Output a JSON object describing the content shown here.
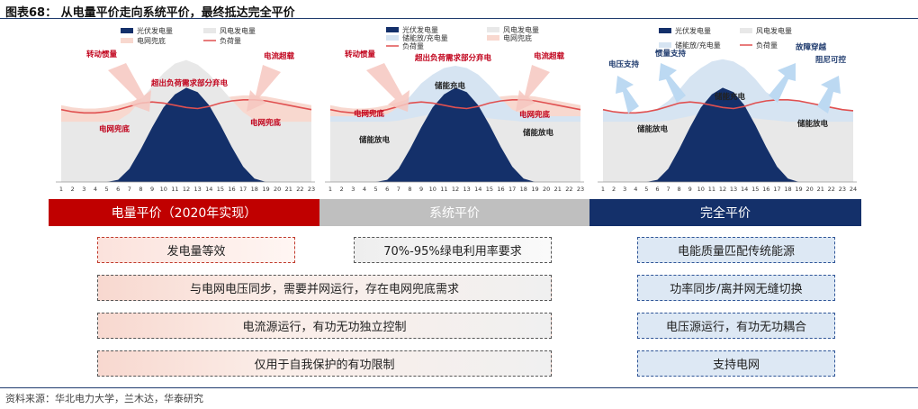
{
  "header": {
    "title": "图表68：  从电量平价走向系统平价，最终抵达完全平价"
  },
  "panels": [
    {
      "legend": [
        "光伏发电量",
        "风电发电量",
        "电网兜底",
        "负荷量"
      ],
      "annotations": [
        {
          "text": "转动惯量",
          "cls": "ann-red"
        },
        {
          "text": "电流超载",
          "cls": "ann-red"
        },
        {
          "text": "超出负荷需求部分弃电",
          "cls": "ann-red"
        },
        {
          "text": "电网兜底",
          "cls": "ann-red"
        },
        {
          "text": "电网兜底",
          "cls": "ann-red"
        }
      ]
    },
    {
      "legend": [
        "光伏发电量",
        "风电发电量",
        "储能放/充电量",
        "电网兜底",
        "负荷量"
      ],
      "annotations": [
        {
          "text": "转动惯量",
          "cls": "ann-red"
        },
        {
          "text": "超出负荷需求部分弃电",
          "cls": "ann-red"
        },
        {
          "text": "电流超载",
          "cls": "ann-red"
        },
        {
          "text": "储能充电",
          "cls": "ann-dark"
        },
        {
          "text": "电网兜底",
          "cls": "ann-red"
        },
        {
          "text": "电网兜底",
          "cls": "ann-red"
        },
        {
          "text": "储能放电",
          "cls": "ann-dark"
        },
        {
          "text": "储能放电",
          "cls": "ann-dark"
        }
      ]
    },
    {
      "legend": [
        "光伏发电量",
        "风电发电量",
        "储能放/充电量",
        "负荷量"
      ],
      "annotations": [
        {
          "text": "惯量支持",
          "cls": "ann-blue"
        },
        {
          "text": "故障穿越",
          "cls": "ann-blue"
        },
        {
          "text": "电压支持",
          "cls": "ann-blue"
        },
        {
          "text": "阻尼可控",
          "cls": "ann-blue"
        },
        {
          "text": "储能充电",
          "cls": "ann-dark"
        },
        {
          "text": "储能放电",
          "cls": "ann-dark"
        },
        {
          "text": "储能放电",
          "cls": "ann-dark"
        }
      ]
    }
  ],
  "bands": [
    {
      "label": "电量平价（2020年实现）",
      "color": "#c00000"
    },
    {
      "label": "系统平价",
      "color": "#bfbfbf"
    },
    {
      "label": "完全平价",
      "color": "#14306a"
    }
  ],
  "boxes": {
    "left1": "发电量等效",
    "mid1": "70%-95%绿电利用率要求",
    "wide2": "与电网电压同步，需要并网运行，存在电网兜底需求",
    "wide3": "电流源运行，有功无功独立控制",
    "wide4": "仅用于自我保护的有功限制",
    "right1": "电能质量匹配传统能源",
    "right2": "功率同步/离并网无缝切换",
    "right3": "电压源运行，有功无功耦合",
    "right4": "支持电网"
  },
  "footer": {
    "source": "资料来源：华北电力大学，兰木达，华泰研究"
  },
  "chart_data": [
    {
      "type": "area",
      "x": [
        1,
        2,
        3,
        4,
        5,
        6,
        7,
        8,
        9,
        10,
        11,
        12,
        13,
        14,
        15,
        16,
        17,
        18,
        19,
        20,
        21,
        22,
        23
      ],
      "series": [
        {
          "name": "光伏发电量",
          "values": [
            0,
            0,
            0,
            0,
            0,
            2,
            12,
            30,
            50,
            68,
            80,
            86,
            82,
            70,
            52,
            32,
            14,
            3,
            0,
            0,
            0,
            0,
            0
          ]
        },
        {
          "name": "风电发电量",
          "values": [
            55,
            55,
            55,
            55,
            55,
            55,
            56,
            58,
            60,
            62,
            64,
            64,
            62,
            60,
            58,
            57,
            56,
            55,
            55,
            55,
            55,
            55,
            55
          ]
        },
        {
          "name": "负荷量",
          "values": [
            66,
            64,
            63,
            63,
            64,
            66,
            69,
            72,
            73,
            72,
            70,
            68,
            67,
            69,
            72,
            74,
            75,
            75,
            74,
            72,
            70,
            68,
            66
          ]
        }
      ],
      "colors": {
        "光伏发电量": "#14306a",
        "风电发电量": "#e8e8e8",
        "电网兜底": "#f8d8cf",
        "负荷量": "#e05050"
      }
    },
    {
      "type": "area",
      "x": [
        1,
        2,
        3,
        4,
        5,
        6,
        7,
        8,
        9,
        10,
        11,
        12,
        13,
        14,
        15,
        16,
        17,
        18,
        19,
        20,
        21,
        22,
        23
      ],
      "series": [
        {
          "name": "光伏发电量",
          "values": [
            0,
            0,
            0,
            0,
            0,
            2,
            12,
            30,
            50,
            68,
            80,
            86,
            82,
            70,
            52,
            32,
            14,
            3,
            0,
            0,
            0,
            0,
            0
          ]
        },
        {
          "name": "风电发电量",
          "values": [
            55,
            55,
            55,
            55,
            55,
            55,
            56,
            58,
            60,
            62,
            64,
            64,
            62,
            60,
            58,
            57,
            56,
            55,
            55,
            55,
            55,
            55,
            55
          ]
        },
        {
          "name": "储能放/充电量",
          "values": [
            60,
            60,
            60,
            60,
            60,
            62,
            68,
            78,
            90,
            98,
            104,
            106,
            104,
            98,
            88,
            76,
            66,
            62,
            60,
            60,
            60,
            60,
            60
          ]
        },
        {
          "name": "负荷量",
          "values": [
            66,
            64,
            63,
            63,
            64,
            66,
            69,
            72,
            73,
            72,
            70,
            68,
            67,
            69,
            72,
            74,
            75,
            75,
            74,
            72,
            70,
            68,
            66
          ]
        }
      ],
      "colors": {
        "光伏发电量": "#14306a",
        "风电发电量": "#e8e8e8",
        "储能放/充电量": "#d6e4f2",
        "电网兜底": "#f8d8cf",
        "负荷量": "#e05050"
      }
    },
    {
      "type": "area",
      "x": [
        1,
        2,
        3,
        4,
        5,
        6,
        7,
        8,
        9,
        10,
        11,
        12,
        13,
        14,
        15,
        16,
        17,
        18,
        19,
        20,
        21,
        22,
        23,
        24
      ],
      "series": [
        {
          "name": "光伏发电量",
          "values": [
            0,
            0,
            0,
            0,
            0,
            2,
            12,
            30,
            50,
            68,
            80,
            86,
            82,
            70,
            52,
            32,
            14,
            3,
            0,
            0,
            0,
            0,
            0,
            0
          ]
        },
        {
          "name": "风电发电量",
          "values": [
            55,
            55,
            55,
            55,
            55,
            55,
            56,
            58,
            60,
            62,
            64,
            64,
            62,
            60,
            58,
            57,
            56,
            55,
            55,
            55,
            55,
            55,
            55,
            55
          ]
        },
        {
          "name": "储能放/充电量",
          "values": [
            66,
            64,
            63,
            63,
            64,
            67,
            74,
            84,
            96,
            104,
            110,
            112,
            110,
            104,
            94,
            82,
            76,
            75,
            74,
            72,
            70,
            68,
            66,
            65
          ]
        },
        {
          "name": "负荷量",
          "values": [
            66,
            64,
            63,
            63,
            64,
            66,
            69,
            72,
            73,
            72,
            70,
            68,
            67,
            69,
            72,
            74,
            75,
            75,
            74,
            72,
            70,
            68,
            66,
            65
          ]
        }
      ],
      "colors": {
        "光伏发电量": "#14306a",
        "风电发电量": "#e8e8e8",
        "储能放/充电量": "#d6e4f2",
        "负荷量": "#e05050"
      }
    }
  ]
}
